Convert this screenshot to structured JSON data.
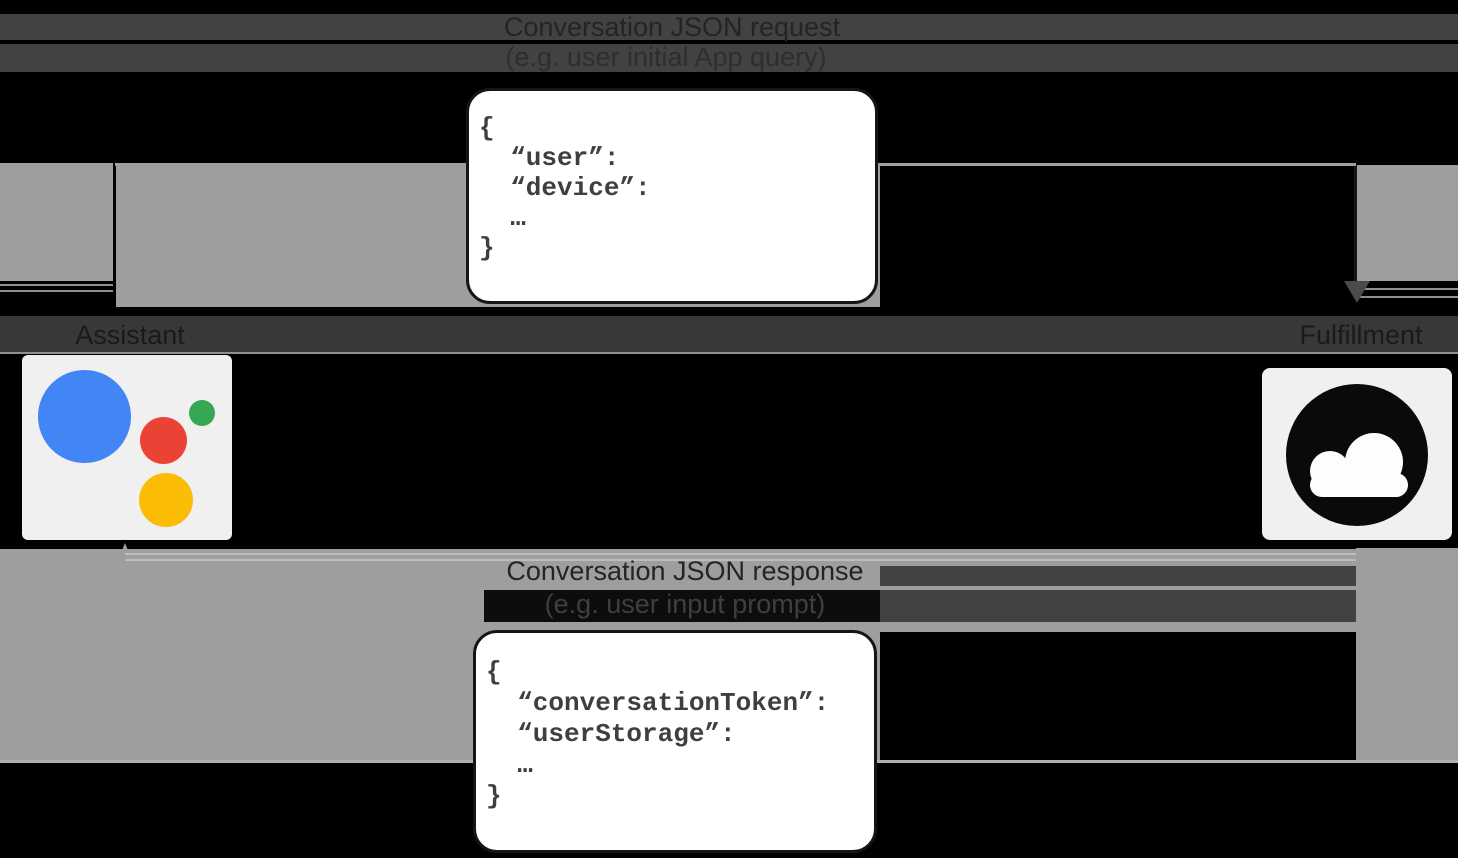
{
  "request_flow": {
    "title": "Conversation JSON request",
    "subtitle": "(e.g. user initial App query)",
    "code": "{\n  “user”:\n  “device”:\n  …\n}"
  },
  "response_flow": {
    "title": "Conversation JSON response",
    "subtitle": "(e.g. user input prompt)",
    "code": "{\n  “conversationToken”:\n  “userStorage”:\n  …\n}"
  },
  "endpoints": {
    "assistant_label": "Assistant",
    "fulfillment_label": "Fulfillment"
  },
  "icons": {
    "assistant_logo": "google-assistant-logo",
    "fulfillment_logo": "cloud-icon"
  },
  "colors": {
    "background": "#000000",
    "arrow_gray": "#9e9e9e",
    "band_dark": "#424242",
    "tile_light": "#f0f0f0",
    "code_text": "#3c4043",
    "box_fill": "#ffffff",
    "assistant_blue": "#4285f4",
    "assistant_red": "#ea4335",
    "assistant_green": "#34a853",
    "assistant_yellow": "#fbbc05",
    "cloud_black": "#0a0a0a"
  }
}
